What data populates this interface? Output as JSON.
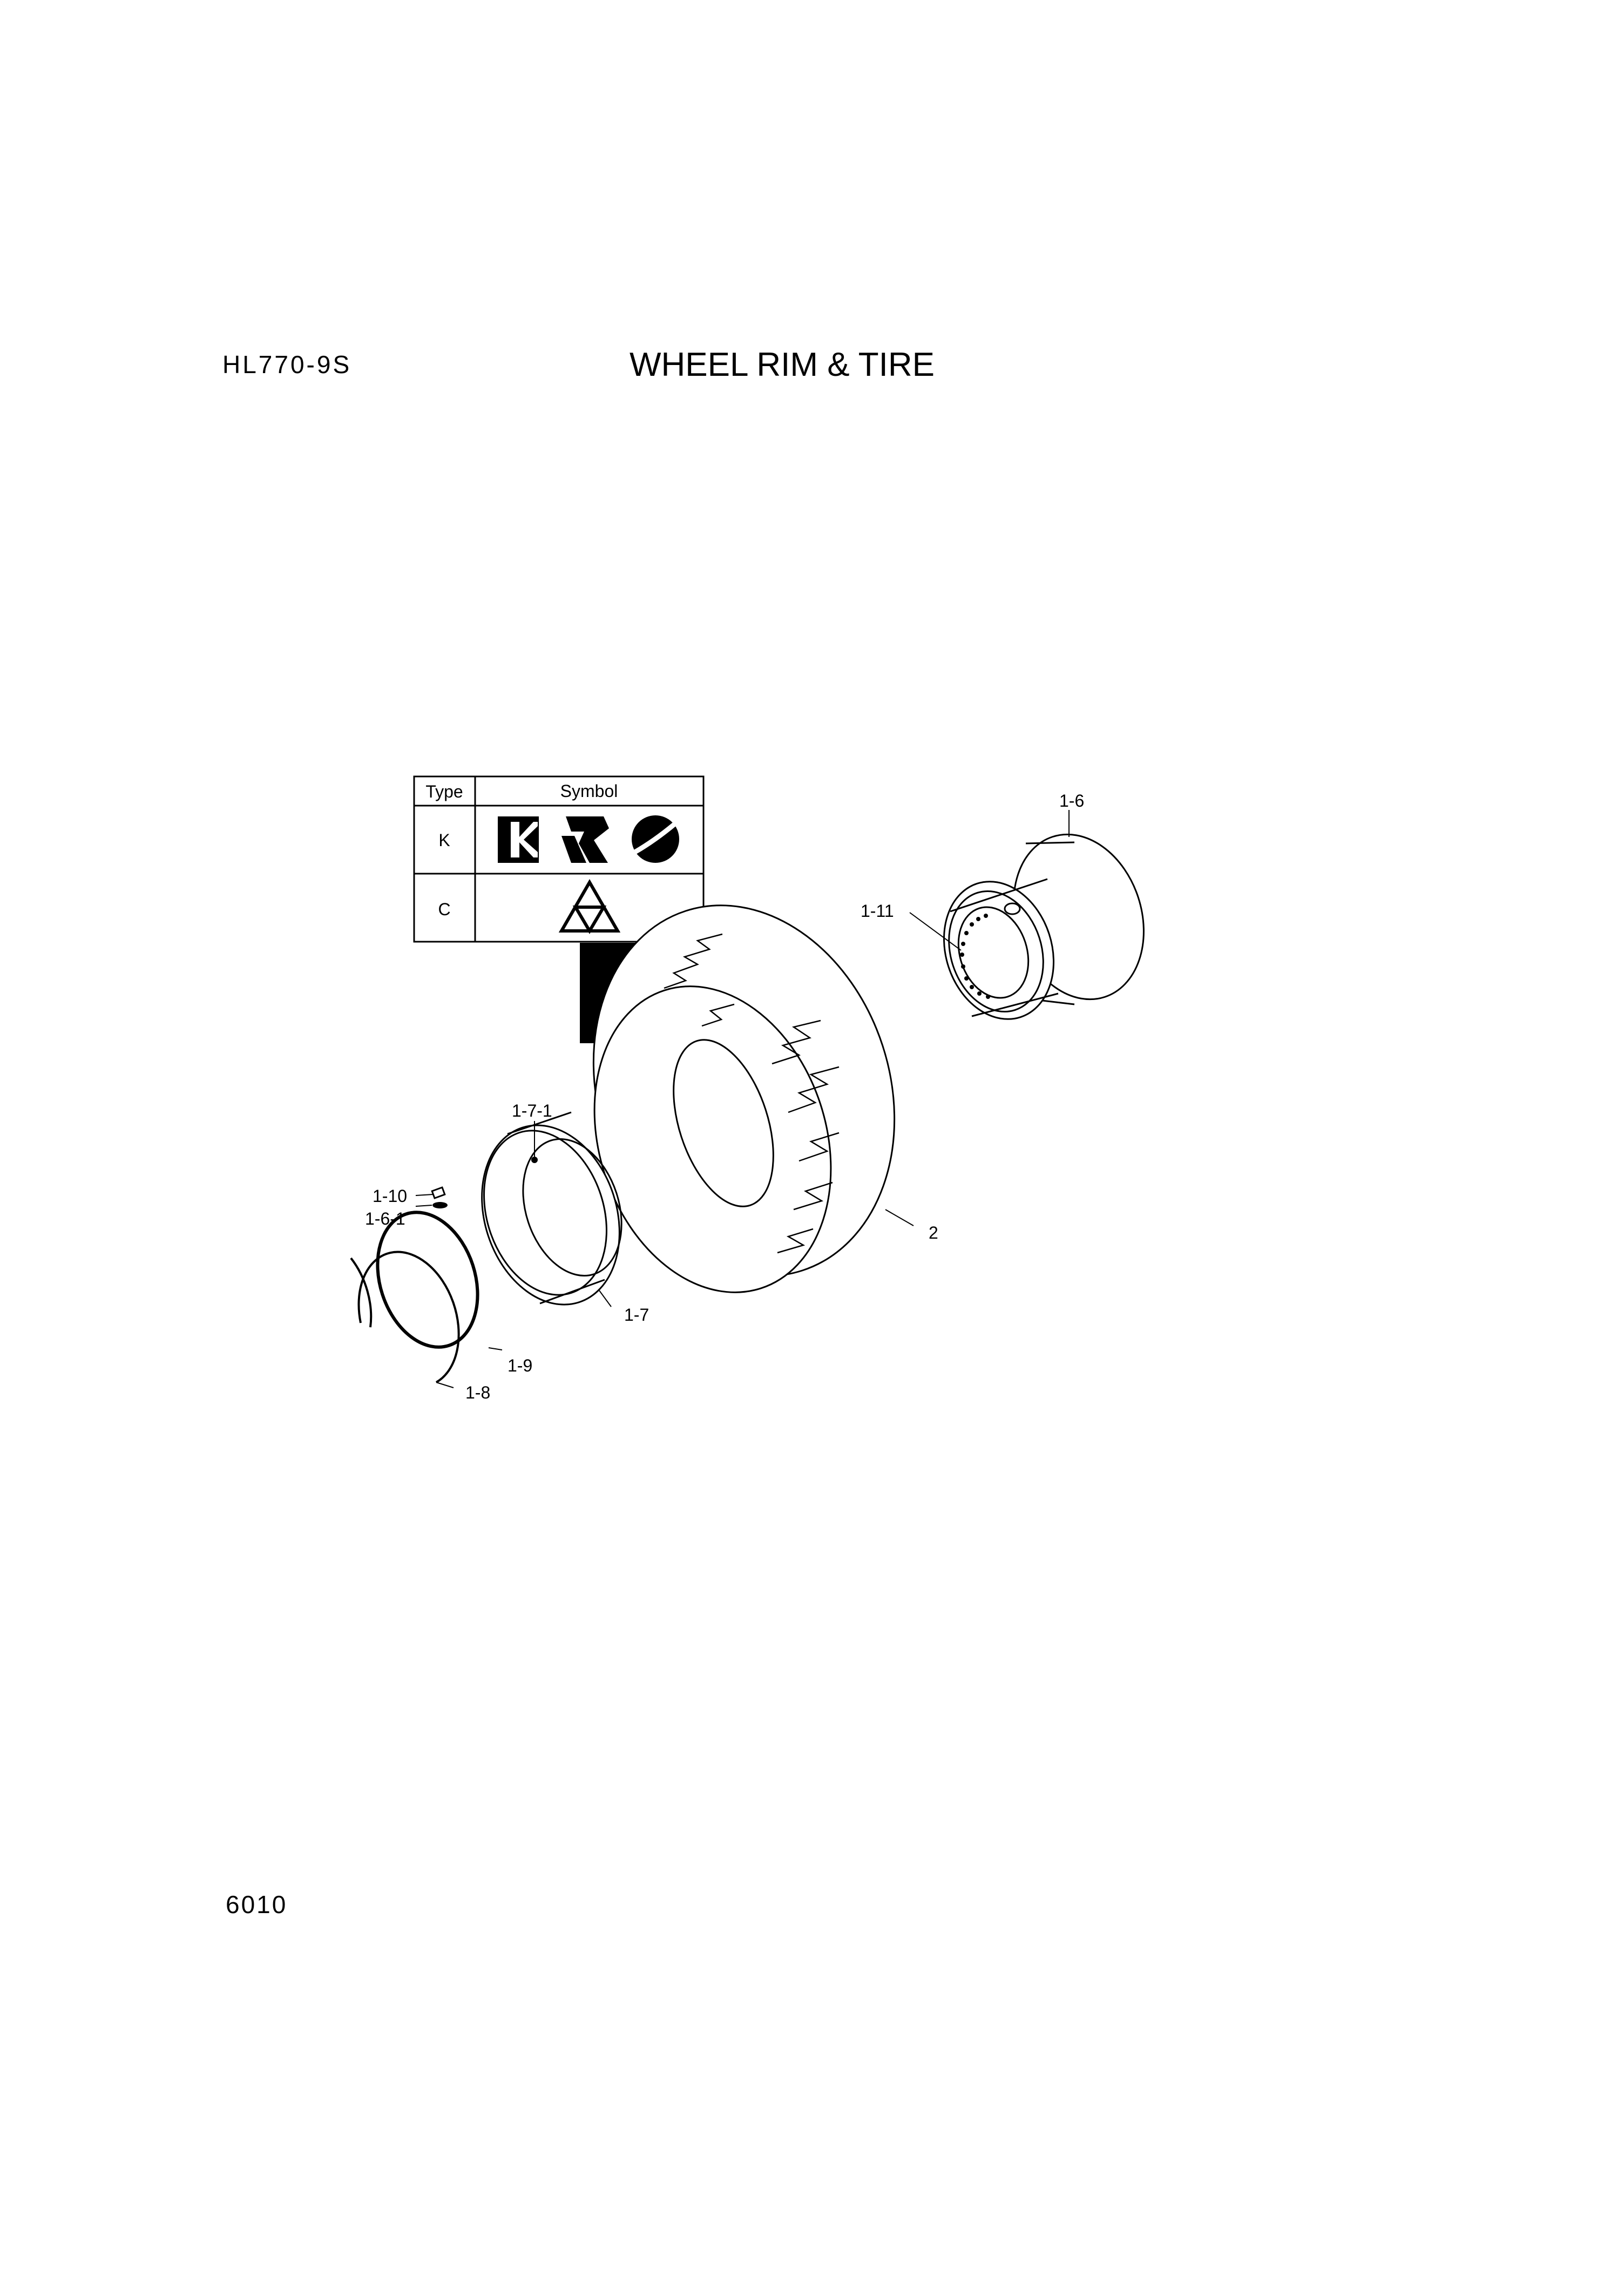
{
  "header": {
    "model": "HL770-9S",
    "title": "WHEEL RIM & TIRE"
  },
  "footer": {
    "page_number": "6010"
  },
  "symbol_table": {
    "col_type": "Type",
    "col_symbol": "Symbol",
    "rows": [
      {
        "type": "K",
        "symbols": [
          "k-mark-logo",
          "r-mark-logo",
          "round-mark-logo"
        ]
      },
      {
        "type": "C",
        "symbols": [
          "triangle-mark-logo"
        ]
      }
    ]
  },
  "callouts": {
    "p1_6": "1-6",
    "p1_11": "1-11",
    "p1_7_1": "1-7-1",
    "p1_10": "1-10",
    "p1_6_1": "1-6-1",
    "p1_7": "1-7",
    "p1_9": "1-9",
    "p1_8": "1-8",
    "p2": "2"
  }
}
